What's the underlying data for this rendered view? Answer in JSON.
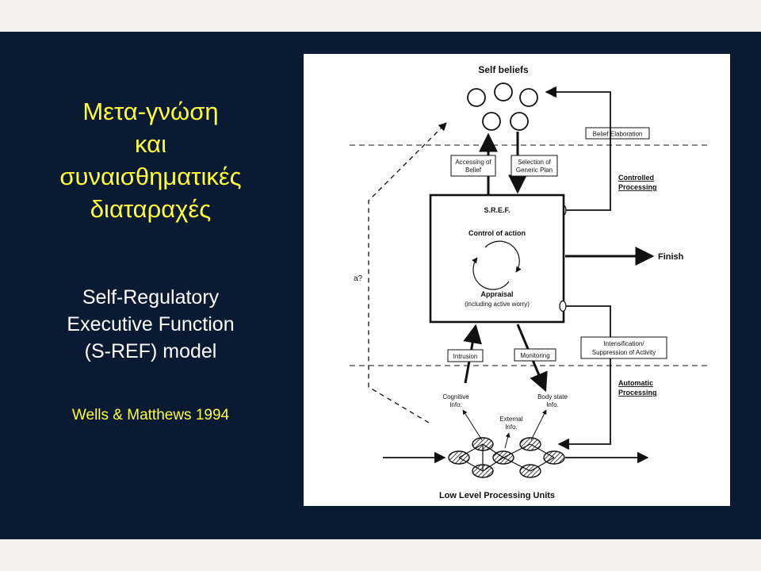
{
  "slide": {
    "greek_title": [
      "Μετα-γνώση",
      "και",
      "συναισθηματικές",
      "διαταραχές"
    ],
    "model_title": [
      "Self-Regulatory",
      "Executive Function",
      "(S-REF) model"
    ],
    "citation": "Wells & Matthews 1994"
  },
  "diagram": {
    "self_beliefs": "Self beliefs",
    "belief_elaboration": "Belief Elaboration",
    "accessing_belief": [
      "Accessing of",
      "Belief"
    ],
    "selection_plan": [
      "Selection of",
      "Generic Plan"
    ],
    "controlled_processing": [
      "Controlled",
      "Processing"
    ],
    "sref": "S.R.E.F.",
    "control_action": "Control of action",
    "appraisal": "Appraisal",
    "appraisal_sub": "(including active worry)",
    "finish": "Finish",
    "a_label": "a?",
    "intrusion": "Intrusion",
    "monitoring": "Monitoring",
    "intensification": [
      "Intensification/",
      "Suppression of Activity"
    ],
    "automatic_processing": [
      "Automatic",
      "Processing"
    ],
    "cognitive_info": [
      "Cognitive",
      "Info."
    ],
    "body_state_info": [
      "Body state",
      "Info."
    ],
    "external_info": [
      "External",
      "Info."
    ],
    "low_level": "Low Level Processing Units"
  }
}
